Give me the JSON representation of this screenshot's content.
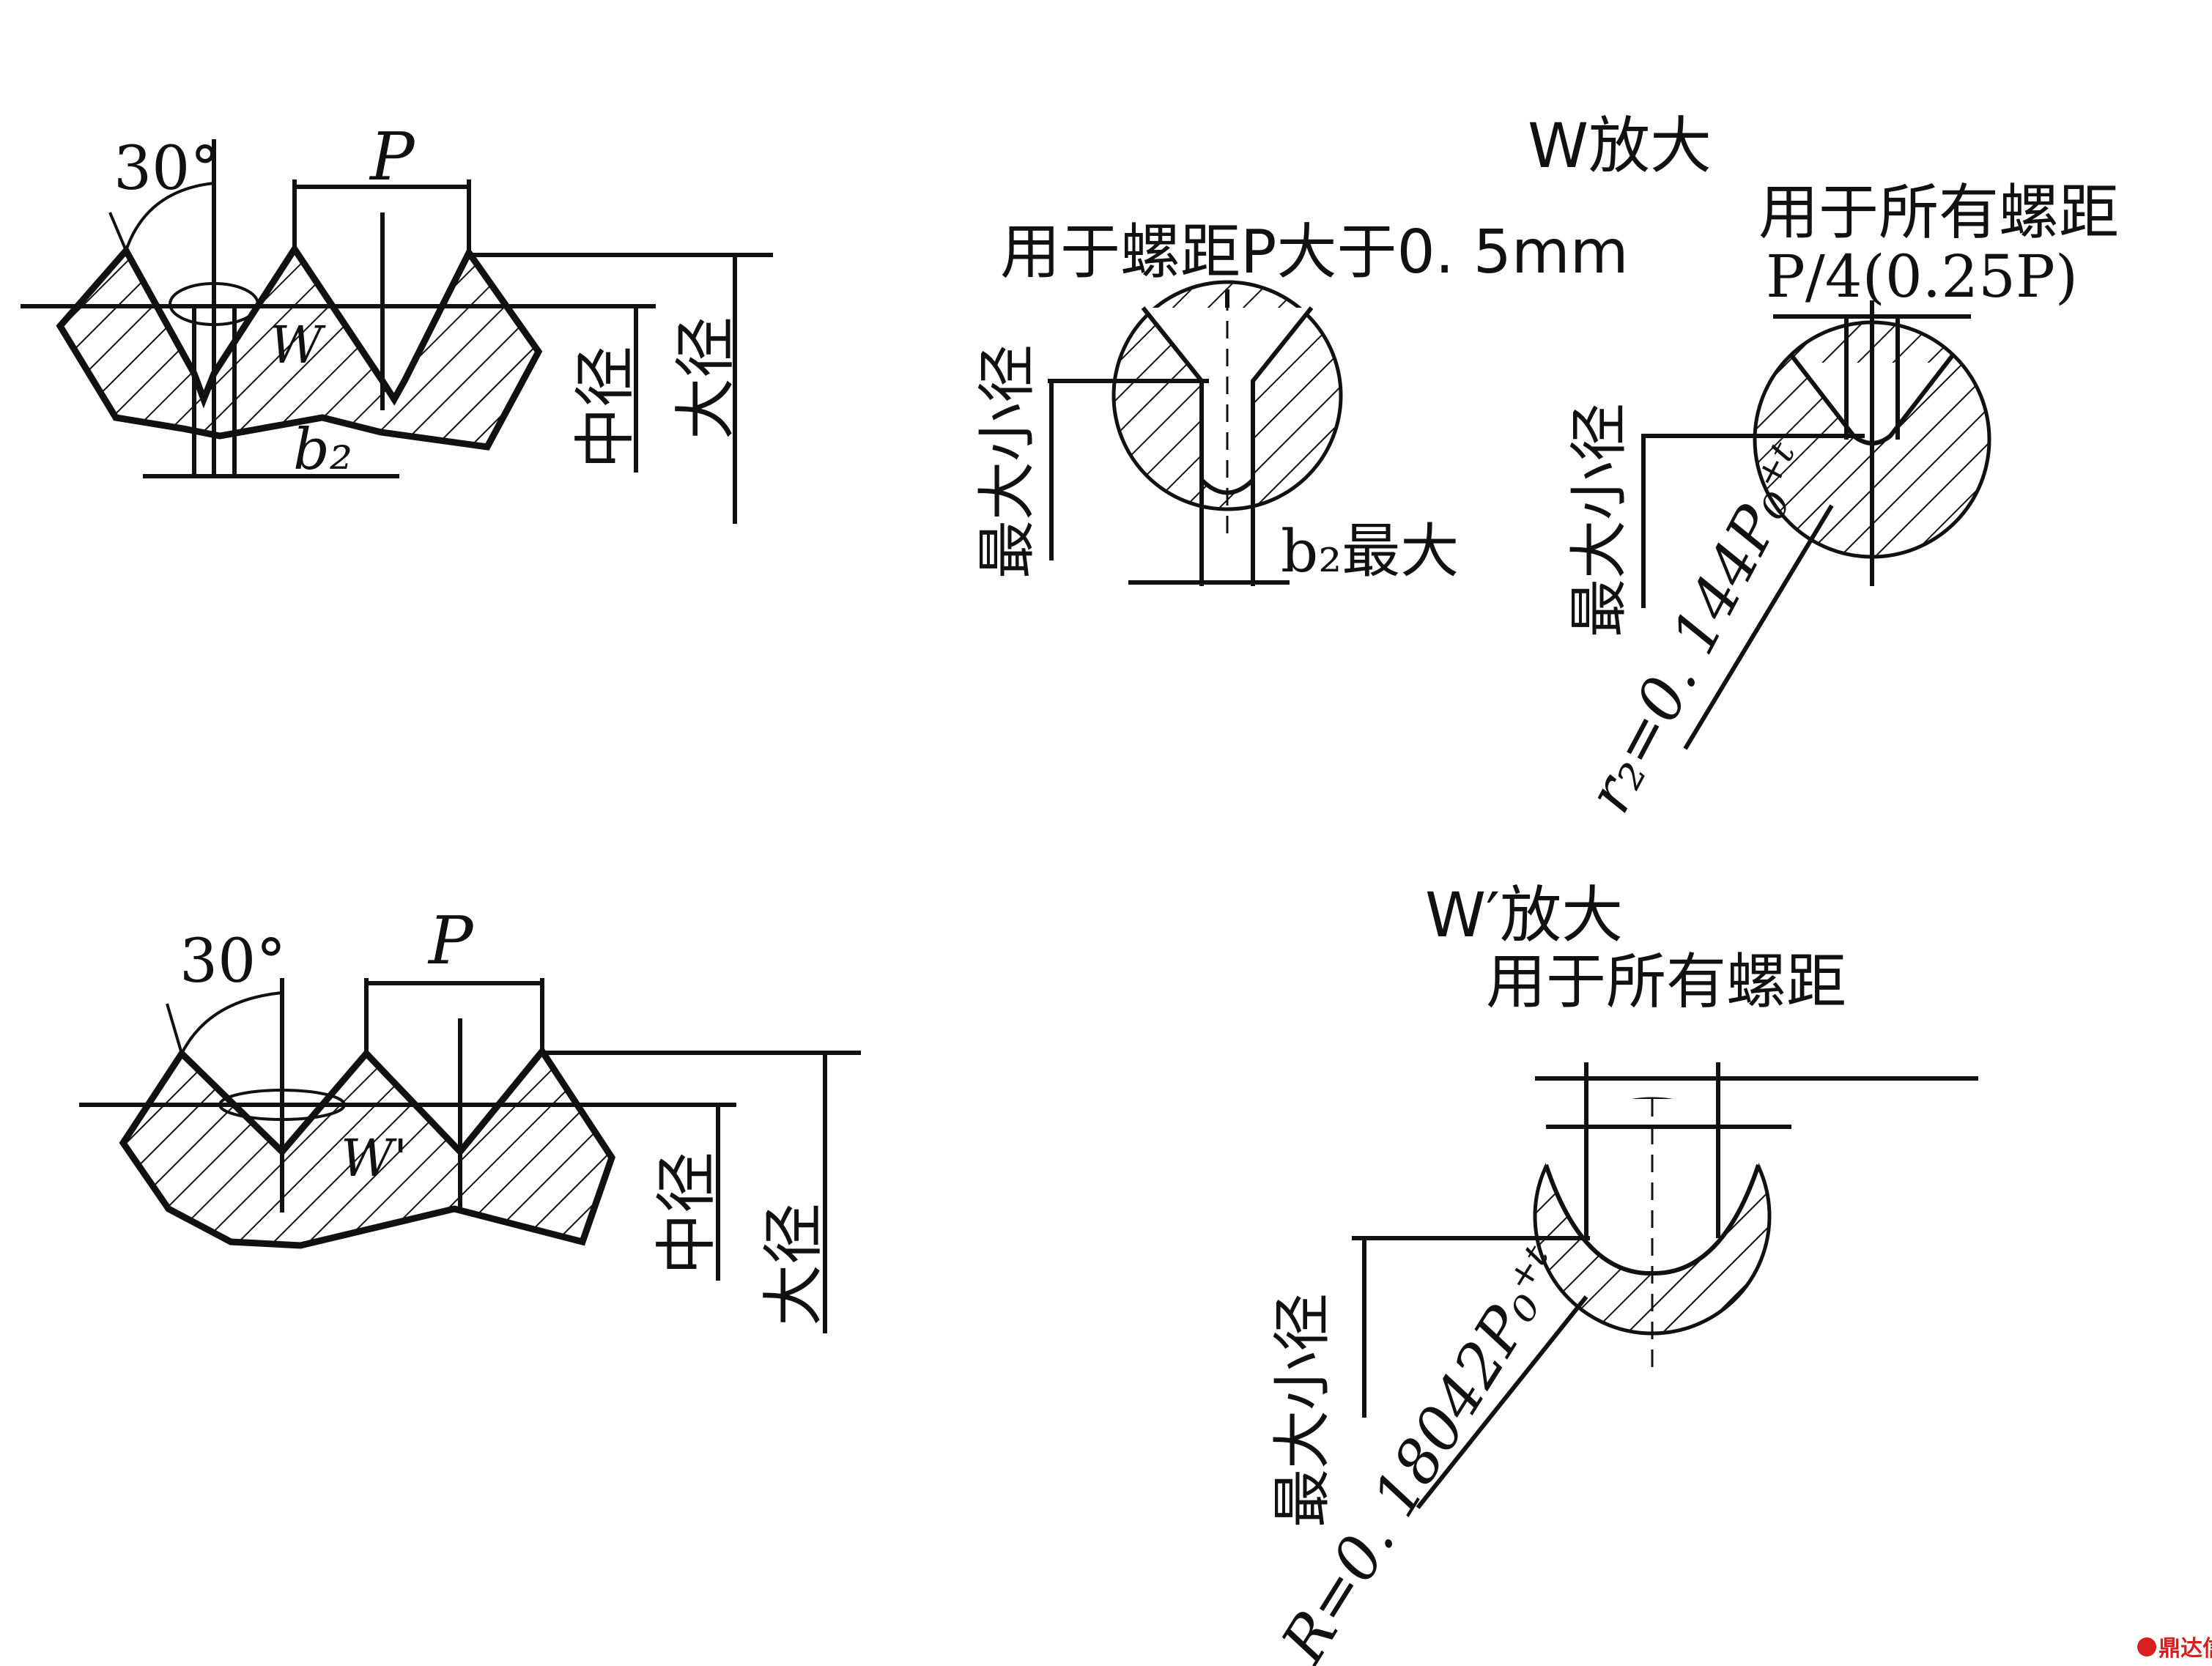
{
  "top_left": {
    "angle": "30°",
    "pitch": "P",
    "detail": "W",
    "b2": "b₂",
    "pitch_dia": "中径",
    "major_dia": "大径"
  },
  "top_right": {
    "title": "W放大",
    "left_note": "用于螺距P大于0. 5mm",
    "right_note": "用于所有螺距",
    "quarter_pitch": "P/4(0.25P)",
    "minor_max_1": "最大小径",
    "b2_max": "b₂最大",
    "minor_max_2": "最大小径",
    "r2": "r₂=0. 144P₀⁺ᵗ"
  },
  "bottom_left": {
    "angle": "30°",
    "pitch": "P",
    "detail": "W'",
    "pitch_dia": "中径",
    "major_dia": "大径"
  },
  "bottom_right": {
    "title": "W′放大",
    "note": "用于所有螺距",
    "minor_max": "最大小径",
    "radius": "R=0. 18042P₀⁺ᵗ"
  },
  "watermark": "鼎达信"
}
